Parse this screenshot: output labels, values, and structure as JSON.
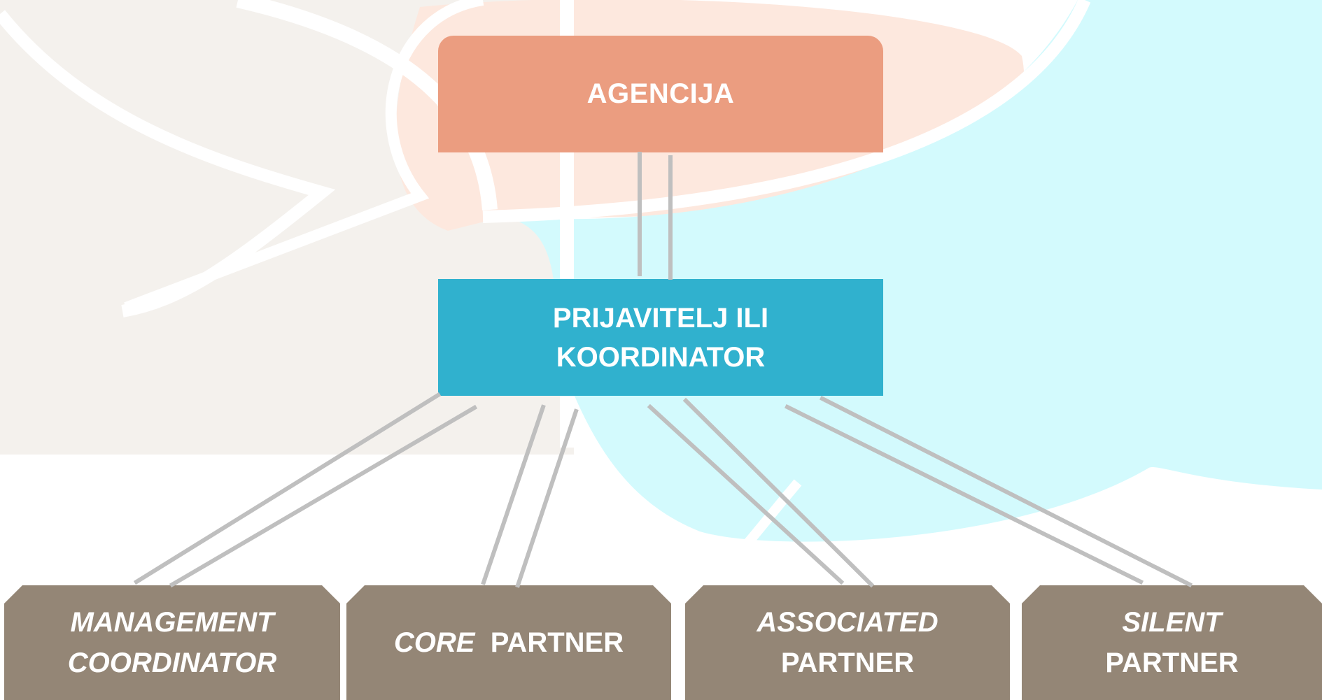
{
  "colors": {
    "agencija": "#eb9d80",
    "prijavitelj": "#30b1ce",
    "partner": "#948676",
    "arrow": "#bfbfbf"
  },
  "agencija": {
    "label": "AGENCIJA"
  },
  "prijavitelj": {
    "line1": "PRIJAVITELJ ILI",
    "line2": "KOORDINATOR"
  },
  "partners": [
    {
      "line1": "MANAGEMENT",
      "line2": "COORDINATOR"
    },
    {
      "italic": "CORE",
      "text": "PARTNER"
    },
    {
      "line1": "ASSOCIATED",
      "line2": "PARTNER"
    },
    {
      "line1": "SILENT",
      "line2": "PARTNER"
    }
  ]
}
